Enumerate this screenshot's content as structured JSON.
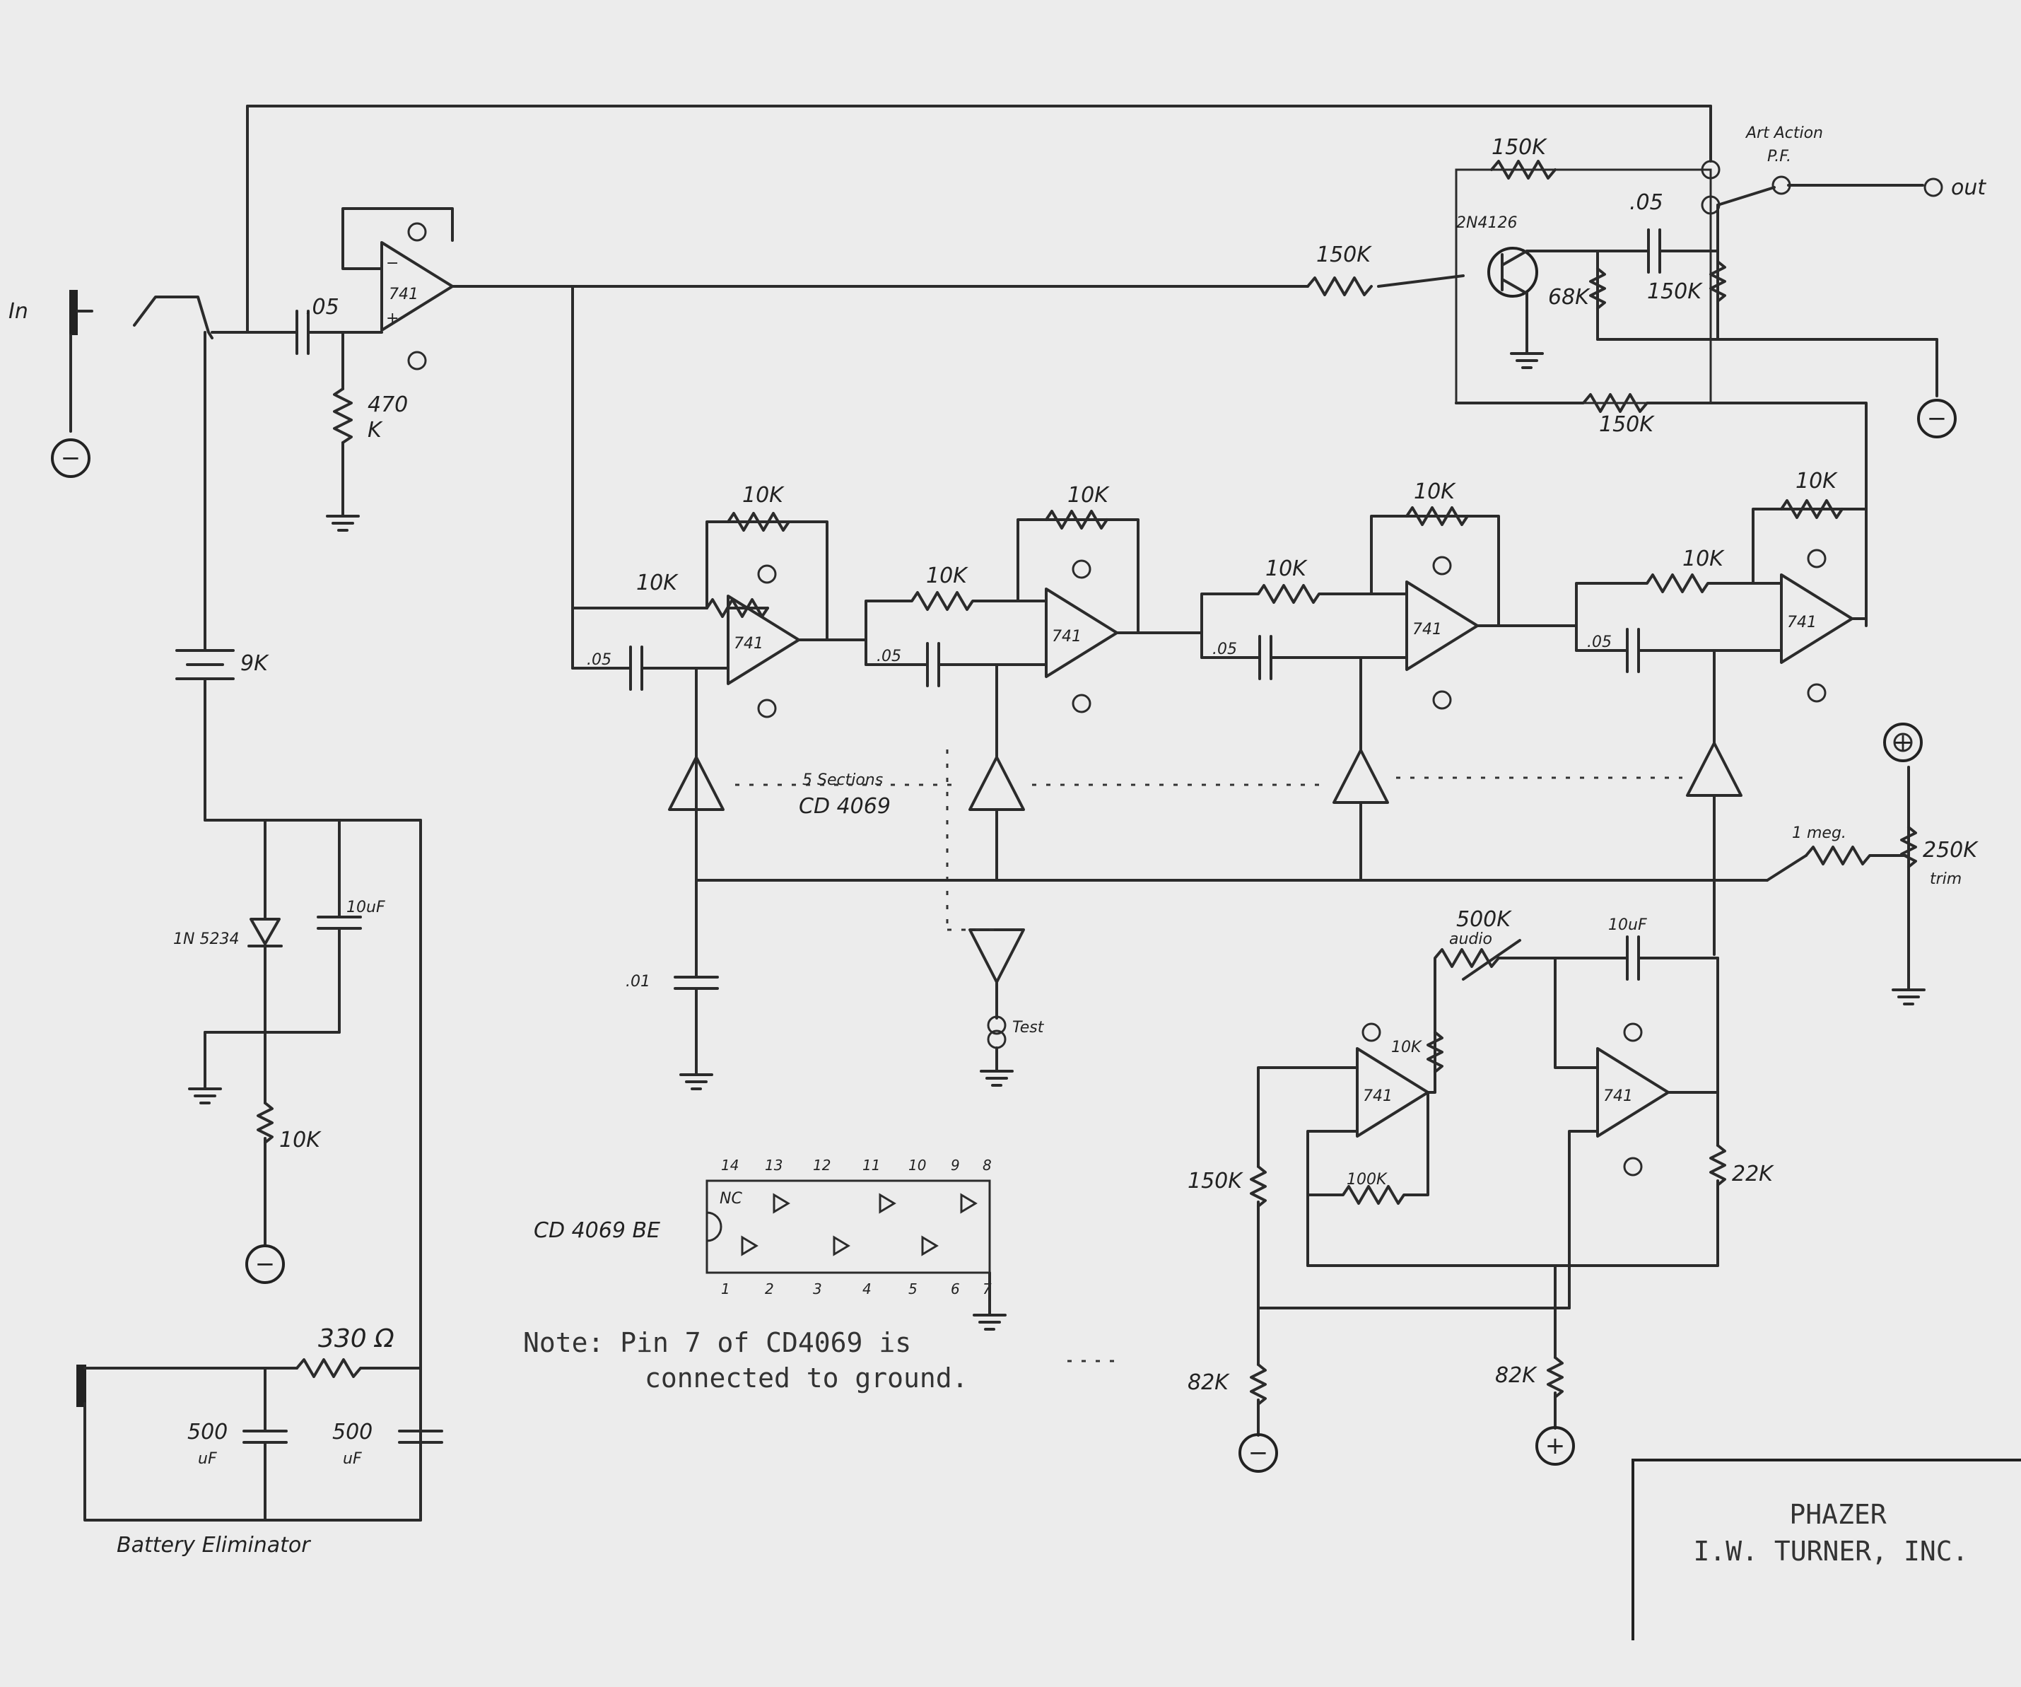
{
  "title_block": {
    "title": "PHAZER",
    "company": "I.W. TURNER, INC."
  },
  "note": {
    "line1": "Note: Pin 7 of CD4069 is",
    "line2": "connected to ground."
  },
  "labels": {
    "input": "In",
    "output": "out",
    "art_action": "Art Action",
    "art_action_sub": "P.F.",
    "sections": "5 Sections",
    "cd4069": "CD 4069",
    "chip_name": "CD 4069 BE",
    "chip_nc": "NC",
    "test": "Test",
    "battery_eliminator": "Battery Eliminator",
    "trim": "trim",
    "audio": "audio"
  },
  "components": {
    "r_470k": "470",
    "r_470k_unit": "K",
    "c_05_in": ".05",
    "battery": "9K",
    "zener": "1N 5234",
    "c_10uf_reg": "10uF",
    "r_10k_reg": "10K",
    "r_330": "330 Ω",
    "c_500a": "500",
    "c_500a_unit": "uF",
    "c_500b": "500",
    "c_500b_unit": "uF",
    "r_150k_top": "150K",
    "r_150k_mix": "150K",
    "transistor": "2N4126",
    "c_05_out": ".05",
    "r_68k": "68K",
    "r_150k_out": "150K",
    "r_150k_fb": "150K",
    "stage1_rf": "10K",
    "stage1_rin": "10K",
    "stage1_c": ".05",
    "stage2_rf": "10K",
    "stage2_rin": "10K",
    "stage2_c": ".05",
    "stage3_rf": "10K",
    "stage3_rin": "10K",
    "stage3_c": ".05",
    "stage4_rf": "10K",
    "stage4_rin": "10K",
    "stage4_c": ".05",
    "c_01": ".01",
    "r_1meg": "1 meg.",
    "pot_250k": "250K",
    "pot_500k": "500K",
    "c_10uf_lfo": "10uF",
    "r_10k_lfo": "10K",
    "r_100k_lfo": "100K",
    "r_150k_lfo": "150K",
    "r_22k": "22K",
    "r_82k_a": "82K",
    "r_82k_b": "82K",
    "opamp": "741"
  },
  "chip_pins": {
    "top": [
      "14",
      "13",
      "12",
      "11",
      "10",
      "9",
      "8"
    ],
    "bottom": [
      "1",
      "2",
      "3",
      "4",
      "5",
      "6",
      "7"
    ]
  },
  "symbols": {
    "plus": "+",
    "minus": "−",
    "rail_plus": "+",
    "rail_minus": "−"
  }
}
